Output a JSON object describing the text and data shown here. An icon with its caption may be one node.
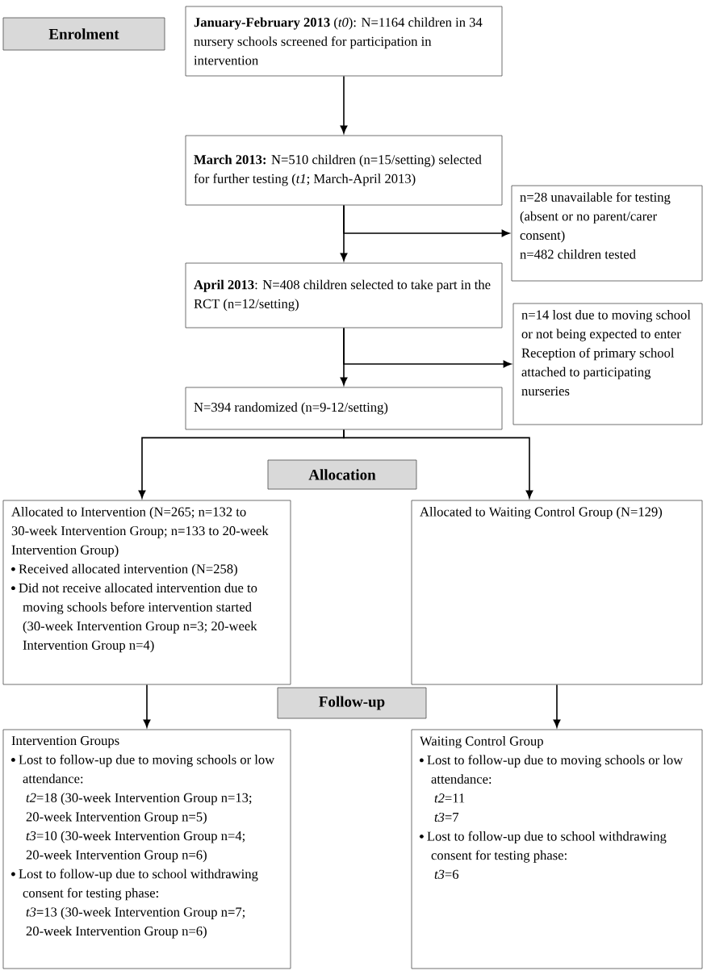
{
  "diagram": {
    "nodes": [
      {
        "text": [
          "Enrolment"
        ]
      },
      {
        "text": [
          "**January-February 2013** (*t0*): N=1164 children in 34 nursery schools screened for participation in intervention"
        ]
      },
      {
        "text": [
          "**March 2013:** N=510 children (n=15/setting) selected for further testing (*t1*; March-April 2013)"
        ]
      },
      {
        "text": [
          "n=28 unavailable for testing (absent or no parent/carer consent)",
          "n=482 children tested"
        ]
      },
      {
        "text": [
          "**April 2013**: N=408 children selected to take part in the RCT (n=12/setting)"
        ]
      },
      {
        "text": [
          "n=14 lost due to moving school or not being expected to enter Reception of primary school attached to participating nurseries"
        ]
      },
      {
        "text": [
          "N=394 randomized (n=9-12/setting)"
        ]
      },
      {
        "text": [
          "Allocation"
        ]
      },
      {
        "text": [
          "Allocated to Intervention (N=265; n=132 to 30-week Intervention Group; n=133 to 20-week Intervention Group)",
          "Received allocated intervention (N=258)",
          "Did not receive allocated intervention due to moving schools before intervention started (30-week Intervention Group n=3; 20-week Intervention Group n=4)"
        ]
      },
      {
        "text": [
          "Allocated to Waiting Control Group (N=129)"
        ]
      },
      {
        "text": [
          "Follow-up"
        ]
      },
      {
        "text": [
          "Intervention Groups",
          "Lost to follow-up due to moving schools or low attendance:",
          "*t2*=18 (30-week Intervention Group n=13; 20-week Intervention Group n=5)",
          "*t3*=10 (30-week Intervention Group n=4; 20-week Intervention Group n=6)",
          "Lost to follow-up due to school withdrawing consent for testing phase:",
          "*t3*=13 (30-week Intervention Group n=7; 20-week Intervention Group n=6)"
        ]
      },
      {
        "text": [
          "Waiting Control Group",
          "Lost to follow-up due to moving schools or low attendance:",
          "*t2*=11",
          "*t3*=7",
          "Lost to follow-up due to school withdrawing consent for testing phase:",
          "*t3*=6"
        ]
      }
    ],
    "edges": [
      {
        "from": 1,
        "to": 2,
        "arrow": "to"
      },
      {
        "from": 2,
        "to": 4,
        "arrow": "to"
      },
      {
        "from": 2,
        "to": 3,
        "arrow": "to"
      },
      {
        "from": 4,
        "to": 6,
        "arrow": "to"
      },
      {
        "from": 4,
        "to": 5,
        "arrow": "to"
      },
      {
        "from": 6,
        "to": 8,
        "arrow": "to"
      },
      {
        "from": 6,
        "to": 9,
        "arrow": "to"
      },
      {
        "from": 8,
        "to": 11,
        "arrow": "to"
      },
      {
        "from": 9,
        "to": 12,
        "arrow": "to"
      }
    ]
  }
}
